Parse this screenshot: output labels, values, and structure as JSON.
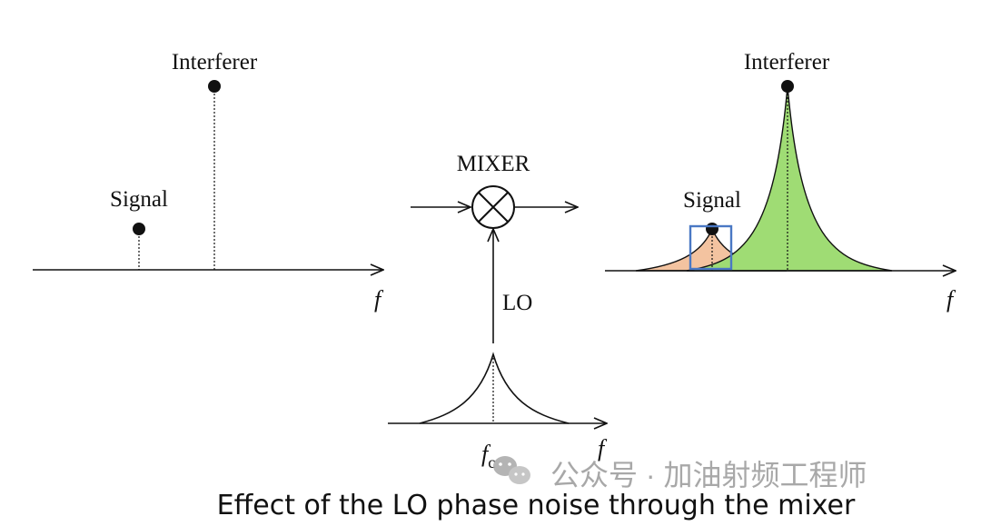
{
  "labels": {
    "left_interferer": "Interferer",
    "left_signal": "Signal",
    "left_axis": "f",
    "mixer": "MIXER",
    "lo": "LO",
    "lo_center": "f",
    "lo_center_sub": "c",
    "lo_axis": "f",
    "right_interferer": "Interferer",
    "right_signal": "Signal",
    "right_axis": "f"
  },
  "watermark": {
    "text": "公众号 · 加油射频工程师",
    "icon": "wechat-icon"
  },
  "caption": "Effect of the LO phase noise through the mixer",
  "colors": {
    "ink": "#111111",
    "interferer_skirt": "#9fdc74",
    "signal_skirt": "#f3c3a0",
    "highlight_box": "#4a78c4",
    "watermark": "#9a9a9a"
  }
}
